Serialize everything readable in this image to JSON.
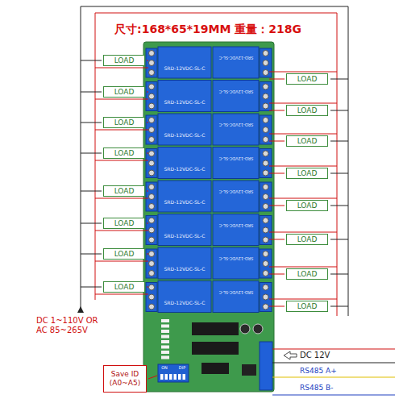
{
  "diagram": {
    "title": "尺寸:168*65*19MM 重量：218G",
    "nodes": [
      {
        "text": [
          "LOAD"
        ]
      },
      {
        "text": [
          "LOAD"
        ]
      },
      {
        "text": [
          "LOAD"
        ]
      },
      {
        "text": [
          "LOAD"
        ]
      },
      {
        "text": [
          "LOAD"
        ]
      },
      {
        "text": [
          "LOAD"
        ]
      },
      {
        "text": [
          "LOAD"
        ]
      },
      {
        "text": [
          "LOAD"
        ]
      },
      {
        "text": [
          "LOAD"
        ]
      },
      {
        "text": [
          "LOAD"
        ]
      },
      {
        "text": [
          "LOAD"
        ]
      },
      {
        "text": [
          "LOAD"
        ]
      },
      {
        "text": [
          "LOAD"
        ]
      },
      {
        "text": [
          "LOAD"
        ]
      },
      {
        "text": [
          "LOAD"
        ]
      },
      {
        "text": [
          "LOAD"
        ]
      },
      {
        "text": [
          "Save ID (A0~A5)"
        ]
      }
    ],
    "labels": [
      "DC 1~110V OR AC 85~265V",
      "DC 12V",
      "RS485 A+",
      "RS485 B-",
      "ON",
      "DIP",
      "SRD-12VDC-SL-C",
      "SRD-12VDC-SL-C",
      "SRD-12VDC-SL-C",
      "SRD-12VDC-SL-C",
      "SRD-12VDC-SL-C",
      "SRD-12VDC-SL-C",
      "SRD-12VDC-SL-C",
      "SRD-12VDC-SL-C",
      "SRD-12VDC-SL-C",
      "SRD-12VDC-SL-C",
      "SRD-12VDC-SL-C",
      "SRD-12VDC-SL-C",
      "SRD-12VDC-SL-C",
      "SRD-12VDC-SL-C",
      "SRD-12VDC-SL-C",
      "SRD-12VDC-SL-C"
    ]
  }
}
